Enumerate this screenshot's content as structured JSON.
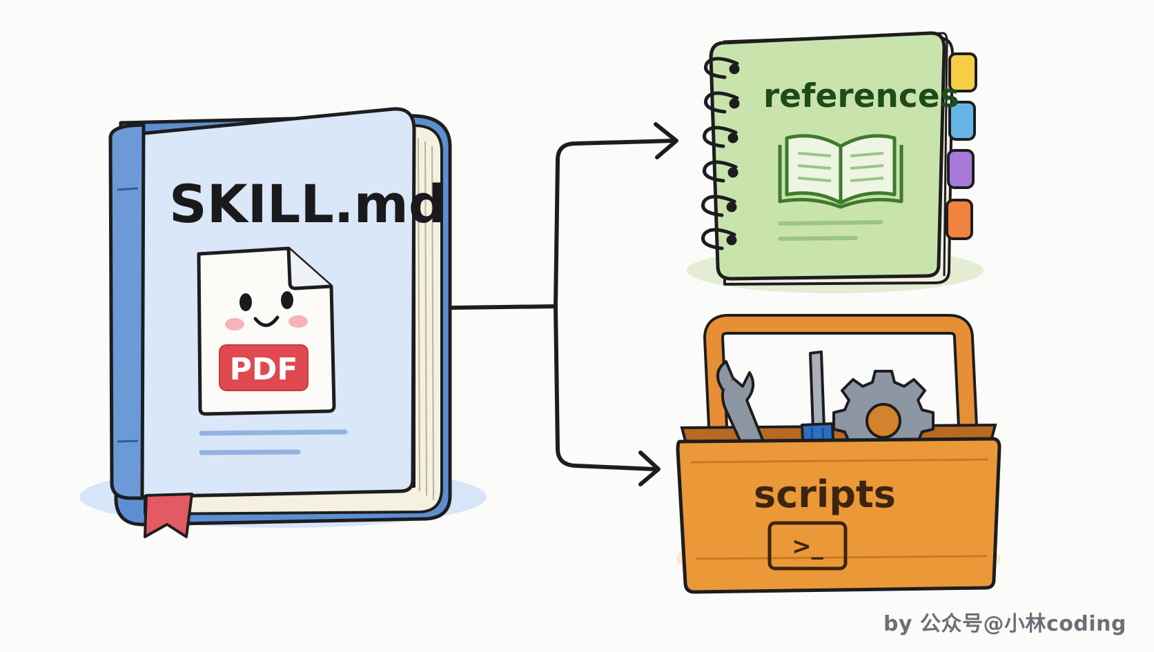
{
  "skill_book": {
    "title": "SKILL.md",
    "file_badge": "PDF"
  },
  "references": {
    "title": "references"
  },
  "scripts": {
    "title": "scripts",
    "terminal_prompt": ">_"
  },
  "credit": "by 公众号@小林coding"
}
